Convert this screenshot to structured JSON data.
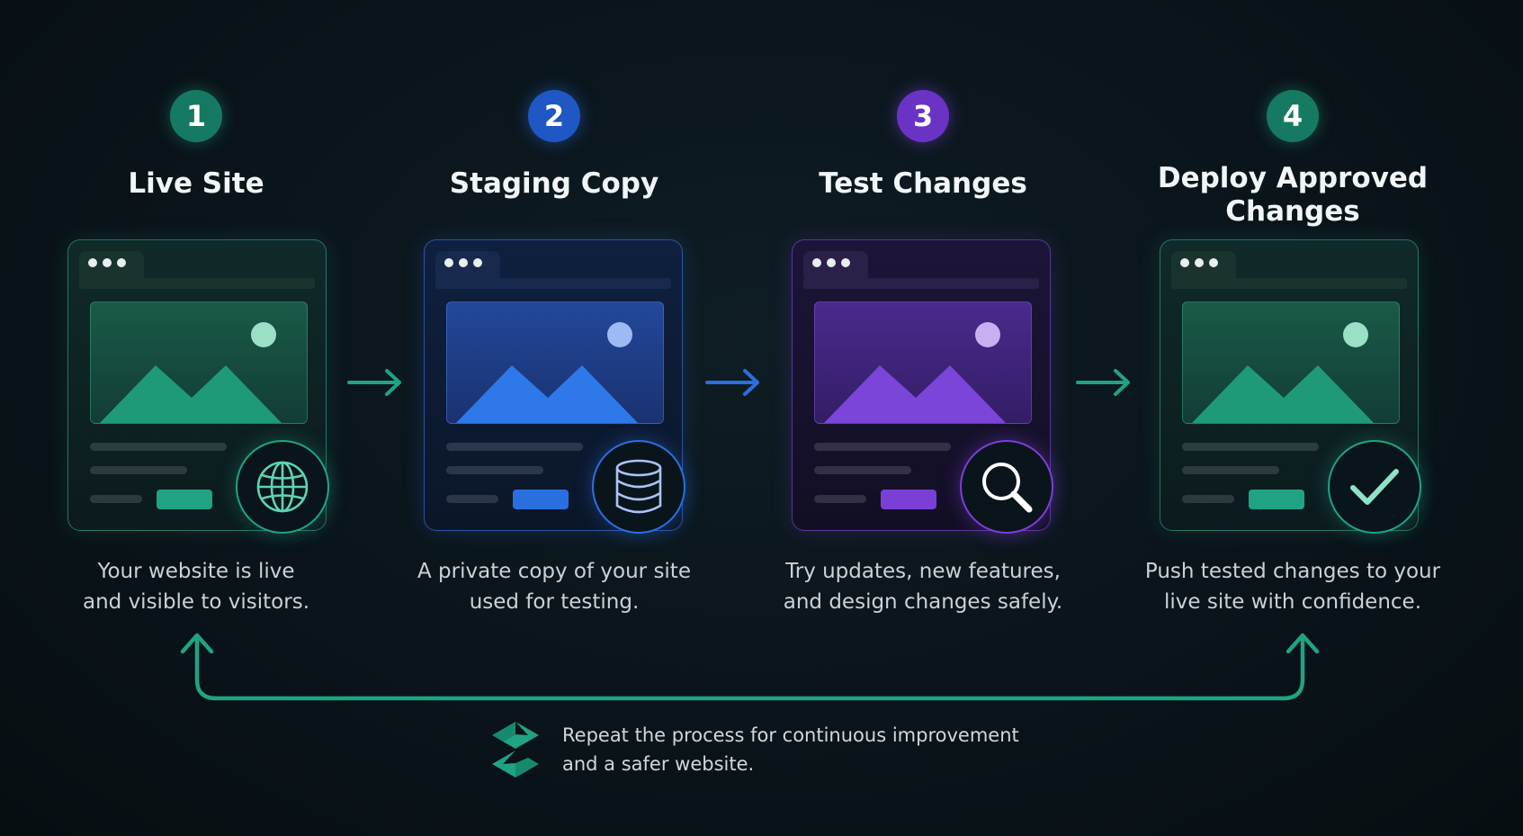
{
  "steps": [
    {
      "number": "1",
      "title": "Live Site",
      "desc_line1": "Your website is live",
      "desc_line2": "and visible to visitors.",
      "icon": "globe-icon",
      "color": "#1fa383"
    },
    {
      "number": "2",
      "title": "Staging Copy",
      "desc_line1": "A private copy of your site",
      "desc_line2": "used for testing.",
      "icon": "database-icon",
      "color": "#2a6fe0"
    },
    {
      "number": "3",
      "title": "Test Changes",
      "desc_line1": "Try updates, new features,",
      "desc_line2": "and design changes safely.",
      "icon": "magnifier-icon",
      "color": "#7a3fd6"
    },
    {
      "number": "4",
      "title_line1": "Deploy Approved",
      "title_line2": "Changes",
      "desc_line1": "Push tested changes to your",
      "desc_line2": "live site with confidence.",
      "icon": "checkmark-icon",
      "color": "#1fa383"
    }
  ],
  "footer": {
    "line1": "Repeat the process for continuous improvement",
    "line2": "and a safer website.",
    "icon": "loop-logo-icon"
  },
  "connectors": [
    "arrow-right-icon",
    "arrow-right-icon",
    "arrow-right-icon",
    "loop-arrow"
  ]
}
